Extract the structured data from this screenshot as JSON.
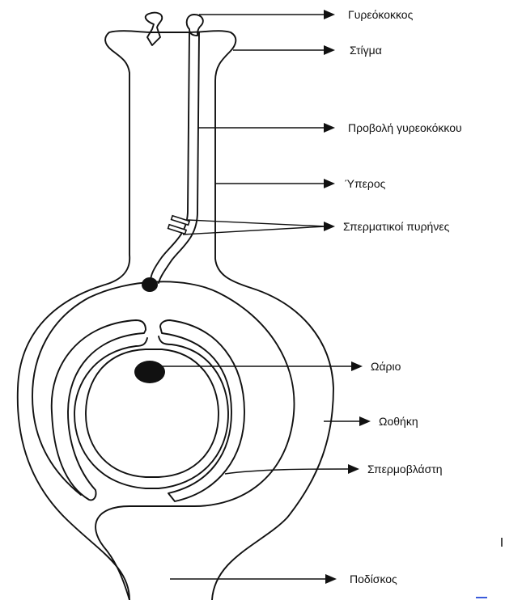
{
  "diagram": {
    "labels": {
      "pollen_grain": "Γυρεόκοκκος",
      "stigma": "Στίγμα",
      "pollen_tube": "Προβολή γυρεοκόκκου",
      "style": "Ύπερος",
      "sperm_nuclei": "Σπερματικοί πυρήνες",
      "ovule": "Ωάριο",
      "ovary": "Ωοθήκη",
      "embryo_sac": "Σπερμοβλάστη",
      "receptacle": "Ποδίσκος"
    },
    "colors": {
      "outline": "#111111",
      "background": "#ffffff"
    }
  }
}
